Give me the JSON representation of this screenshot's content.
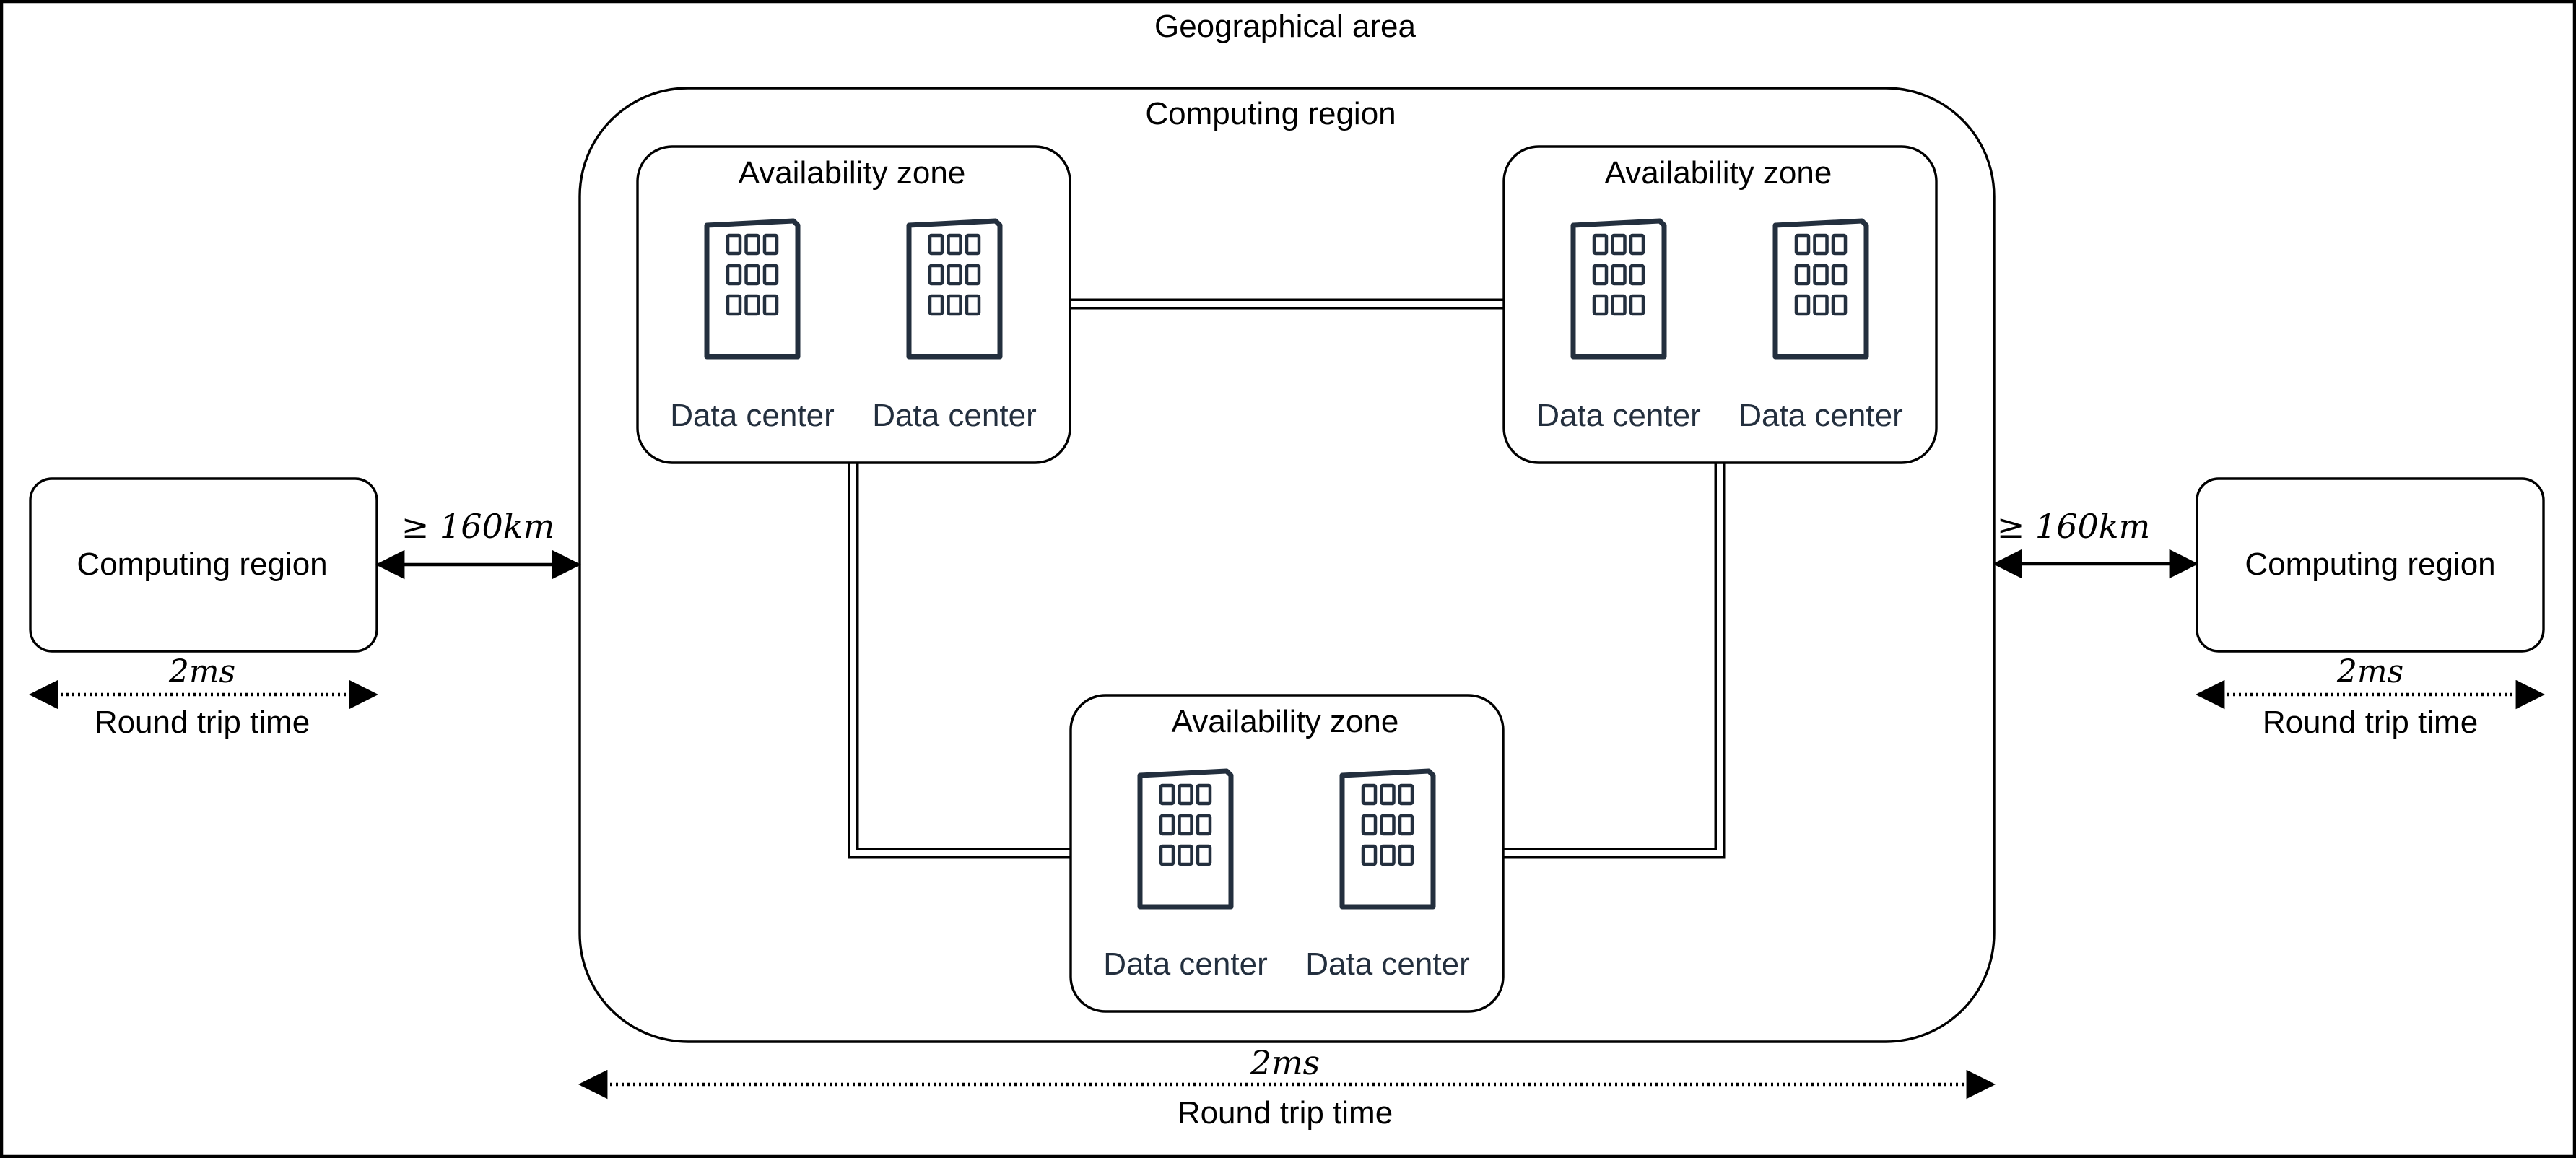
{
  "colors": {
    "line": "#000000",
    "icon": "#232f3e",
    "text": "#000000",
    "dc_text": "#232f3e",
    "background": "#ffffff"
  },
  "geographical_area": {
    "label": "Geographical area"
  },
  "main_region": {
    "label": "Computing region",
    "rtt_value": "2ms",
    "rtt_label": "Round trip time"
  },
  "availability_zones": [
    {
      "label": "Availability zone",
      "data_centers": [
        {
          "label": "Data center",
          "icon": "building-icon"
        },
        {
          "label": "Data center",
          "icon": "building-icon"
        }
      ]
    },
    {
      "label": "Availability zone",
      "data_centers": [
        {
          "label": "Data center",
          "icon": "building-icon"
        },
        {
          "label": "Data center",
          "icon": "building-icon"
        }
      ]
    },
    {
      "label": "Availability zone",
      "data_centers": [
        {
          "label": "Data center",
          "icon": "building-icon"
        },
        {
          "label": "Data center",
          "icon": "building-icon"
        }
      ]
    }
  ],
  "side_regions": [
    {
      "label": "Computing region",
      "distance": "≥ 160km",
      "rtt_value": "2ms",
      "rtt_label": "Round trip time"
    },
    {
      "label": "Computing region",
      "distance": "≥ 160km",
      "rtt_value": "2ms",
      "rtt_label": "Round trip time"
    }
  ]
}
